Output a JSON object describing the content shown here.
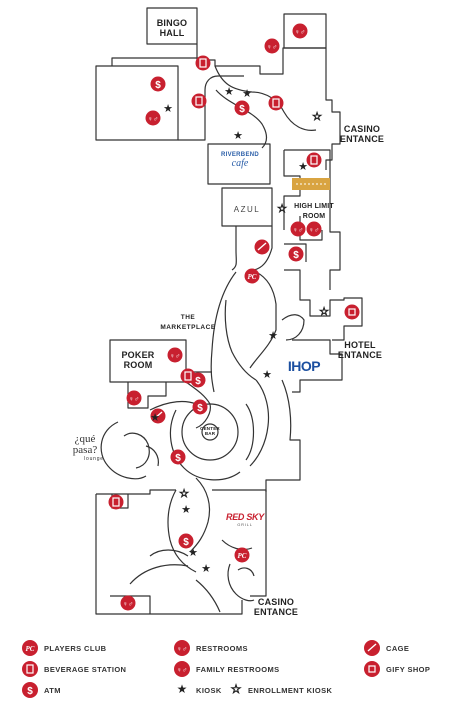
{
  "map": {
    "areas": {
      "bingo_hall": [
        "BINGO",
        "HALL"
      ],
      "casino_entrance_top": [
        "CASINO",
        "ENTANCE"
      ],
      "high_limit_room": [
        "HIGH LIMIT",
        "ROOM"
      ],
      "the_marketplace": "THE MARKETPLACE",
      "hotel_entrance": [
        "HOTEL",
        "ENTANCE"
      ],
      "poker_room": [
        "POKER",
        "ROOM"
      ],
      "center_bar": [
        "CENTER",
        "BAR"
      ],
      "casino_entrance_bottom": [
        "CASINO",
        "ENTANCE"
      ]
    },
    "restaurants": {
      "riverbend_cafe": [
        "RIVERBEND",
        "cafe"
      ],
      "azul": "AZUL",
      "ihop": "IHOP",
      "que_pasa": [
        "¿qué",
        "pasa?",
        "lounge"
      ],
      "red_sky": [
        "RED SKY",
        "GRILL"
      ]
    }
  },
  "legend": {
    "items": [
      {
        "icon": "players-club-icon",
        "label": "PLAYERS CLUB"
      },
      {
        "icon": "restrooms-icon",
        "label": "RESTROOMS"
      },
      {
        "icon": "cage-icon",
        "label": "CAGE"
      },
      {
        "icon": "beverage-station-icon",
        "label": "BEVERAGE STATION"
      },
      {
        "icon": "family-restrooms-icon",
        "label": "FAMILY RESTROOMS"
      },
      {
        "icon": "gift-shop-icon",
        "label": "GIFY SHOP"
      },
      {
        "icon": "atm-icon",
        "label": "ATM"
      },
      {
        "icon": "kiosk-icon",
        "label": "KIOSK"
      },
      {
        "icon": "enrollment-kiosk-icon",
        "label": "ENROLLMENT KIOSK"
      }
    ]
  },
  "colors": {
    "marker_red": "#c8202f",
    "outline": "#333333",
    "ihop_blue": "#1b4fa0",
    "red_sky": "#c8202f",
    "riverbend_blue": "#2a5ea8",
    "cage_highlight": "#d9a441"
  }
}
